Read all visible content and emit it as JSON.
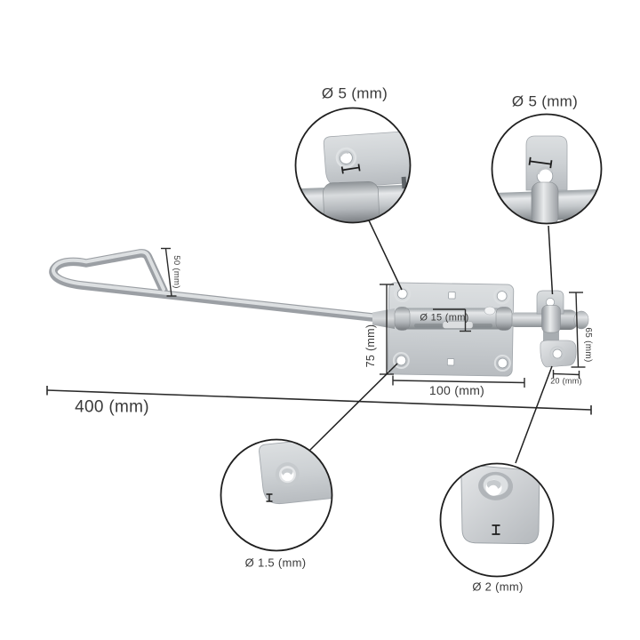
{
  "diagram": {
    "type": "product-dimension-diagram",
    "subject": "spring bolt latch with long wire handle"
  },
  "colors": {
    "background": "#ffffff",
    "line": "#2b2b2b",
    "leader": "#1f1f1f",
    "text": "#3a3a3a",
    "metal_light": "#eceeef",
    "metal_mid": "#c5c9cc",
    "metal_dark": "#8f9499"
  },
  "labels": {
    "detail_top_left": "Ø 5 (mm)",
    "detail_top_right": "Ø 5 (mm)",
    "detail_bottom_left": "Ø 1.5 (mm)",
    "detail_bottom_right": "Ø 2 (mm)",
    "overall_length": "400 (mm)",
    "plate_width": "100 (mm)",
    "plate_height": "75 (mm)",
    "handle_height": "50 (mm)",
    "keeper_height": "65 (mm)",
    "keeper_foot_width": "20 (mm)",
    "bolt_diameter": "Ø 15 (mm)"
  }
}
